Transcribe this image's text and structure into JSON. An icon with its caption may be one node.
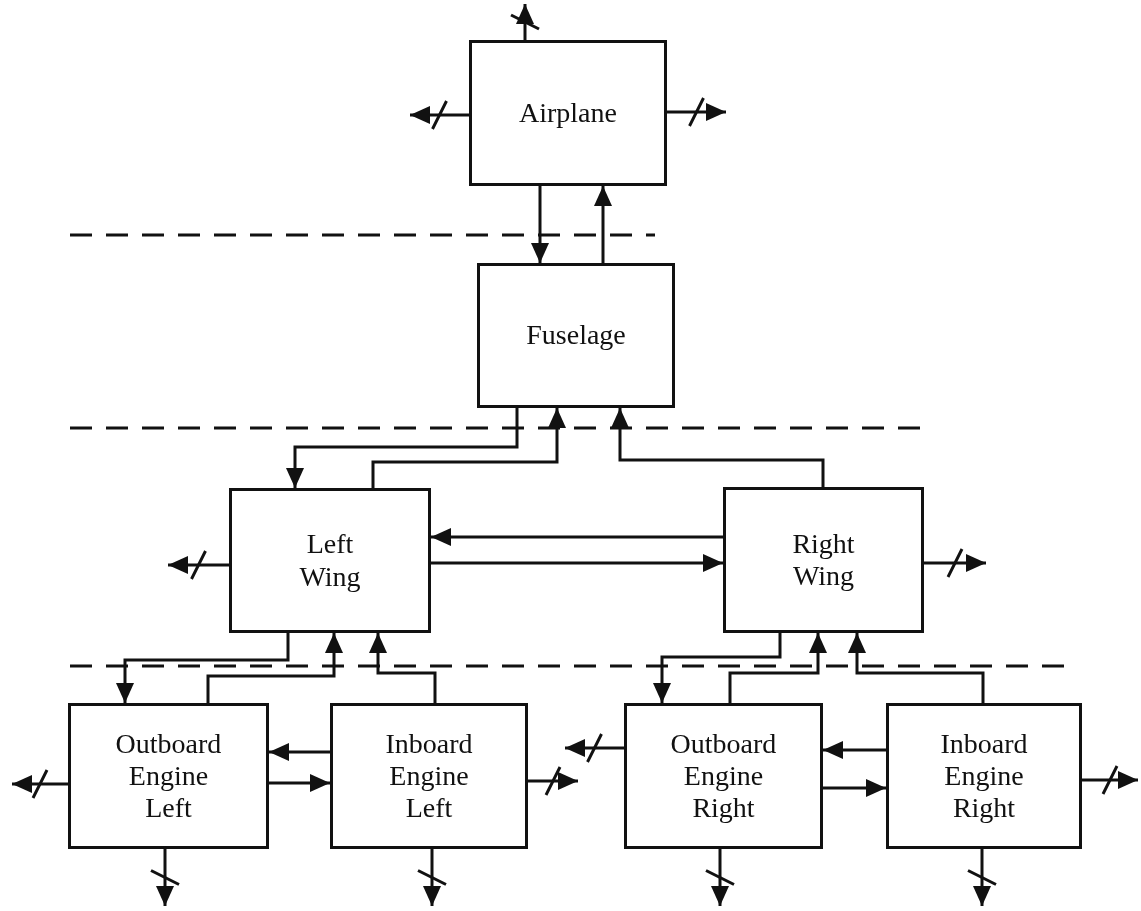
{
  "diagram": {
    "nodes": [
      {
        "text": [
          "Airplane"
        ]
      },
      {
        "text": [
          "Fuselage"
        ]
      },
      {
        "text": [
          "Left Wing"
        ]
      },
      {
        "text": [
          "Right Wing"
        ]
      },
      {
        "text": [
          "Outboard Engine Left"
        ]
      },
      {
        "text": [
          "Inboard Engine Left"
        ]
      },
      {
        "text": [
          "Outboard Engine Right"
        ]
      },
      {
        "text": [
          "Inboard Engine Right"
        ]
      }
    ],
    "edges": [
      {
        "from": 0,
        "to": null,
        "arrow": "to"
      },
      {
        "from": 0,
        "to": null,
        "arrow": "to"
      },
      {
        "from": 0,
        "to": null,
        "arrow": "to"
      },
      {
        "from": 0,
        "to": 1,
        "arrow": "to"
      },
      {
        "from": 1,
        "to": 0,
        "arrow": "to"
      },
      {
        "from": 1,
        "to": 2,
        "arrow": "to"
      },
      {
        "from": 2,
        "to": 1,
        "arrow": "to"
      },
      {
        "from": 3,
        "to": 1,
        "arrow": "to"
      },
      {
        "from": 3,
        "to": 2,
        "arrow": "to"
      },
      {
        "from": 2,
        "to": 3,
        "arrow": "to"
      },
      {
        "from": 2,
        "to": null,
        "arrow": "to"
      },
      {
        "from": 3,
        "to": null,
        "arrow": "to"
      },
      {
        "from": 2,
        "to": 4,
        "arrow": "to"
      },
      {
        "from": 4,
        "to": 2,
        "arrow": "to"
      },
      {
        "from": 5,
        "to": 2,
        "arrow": "to"
      },
      {
        "from": 3,
        "to": 6,
        "arrow": "to"
      },
      {
        "from": 6,
        "to": 3,
        "arrow": "to"
      },
      {
        "from": 7,
        "to": 3,
        "arrow": "to"
      },
      {
        "from": 5,
        "to": 4,
        "arrow": "to"
      },
      {
        "from": 4,
        "to": 5,
        "arrow": "to"
      },
      {
        "from": 7,
        "to": 6,
        "arrow": "to"
      },
      {
        "from": 6,
        "to": 7,
        "arrow": "to"
      },
      {
        "from": 4,
        "to": null,
        "arrow": "to"
      },
      {
        "from": 4,
        "to": null,
        "arrow": "to"
      },
      {
        "from": 5,
        "to": null,
        "arrow": "to"
      },
      {
        "from": 5,
        "to": null,
        "arrow": "to"
      },
      {
        "from": 6,
        "to": null,
        "arrow": "to"
      },
      {
        "from": 6,
        "to": null,
        "arrow": "to"
      },
      {
        "from": 7,
        "to": null,
        "arrow": "to"
      },
      {
        "from": 7,
        "to": null,
        "arrow": "to"
      }
    ]
  }
}
